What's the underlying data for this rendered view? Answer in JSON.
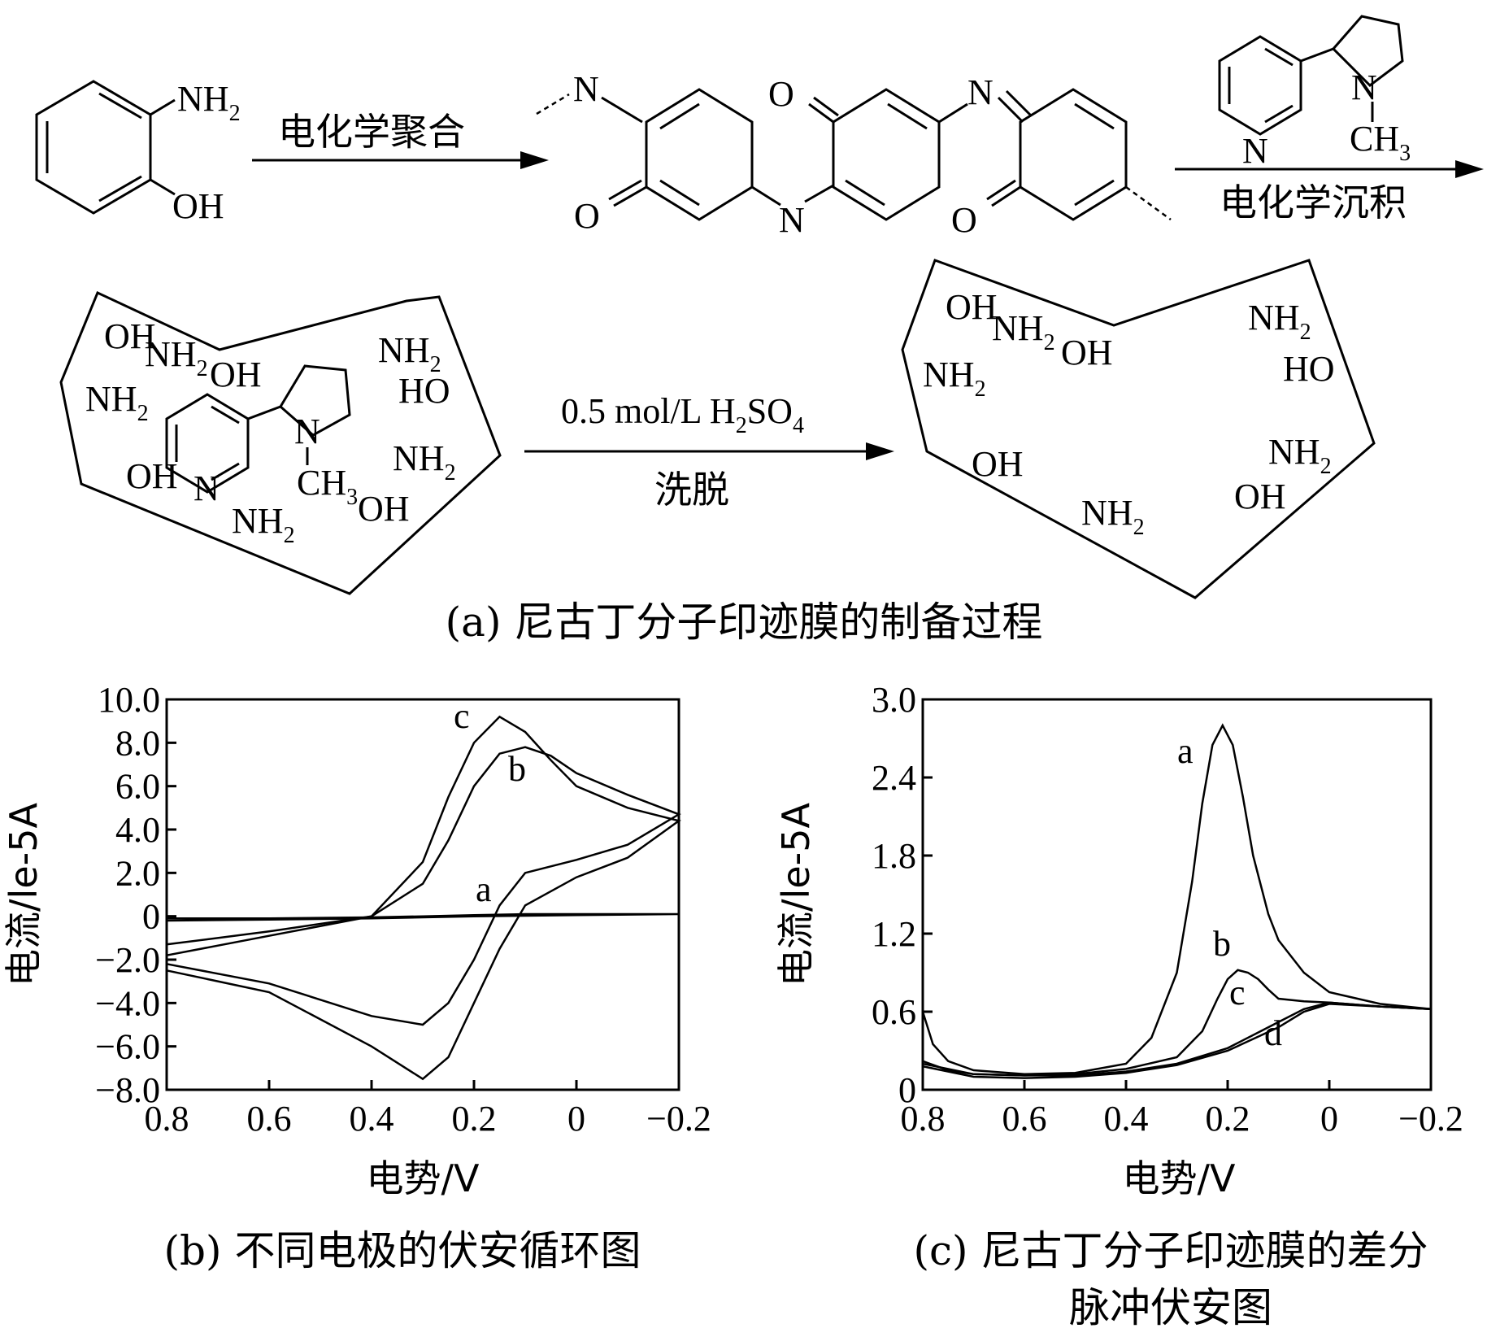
{
  "scheme": {
    "reactant_groups": [
      "NH",
      "2",
      "OH"
    ],
    "step1_label": "电化学聚合",
    "polymer_atoms": {
      "n": "N",
      "o": "O"
    },
    "template_atoms": [
      "N",
      "N",
      "CH",
      "3"
    ],
    "step2_label": "电化学沉积",
    "elution_reagent": [
      "0.5 mol/L H",
      "2",
      "SO",
      "4"
    ],
    "elution_label": "洗脱",
    "film_groups": {
      "oh": "OH",
      "nh": "NH",
      "two": "2",
      "ho": "HO",
      "ch": "CH",
      "three": "3",
      "n": "N"
    },
    "caption": "(a) 尼古丁分子印迹膜的制备过程"
  },
  "chart_data": [
    {
      "type": "line",
      "title": "",
      "caption": "(b) 不同电极的伏安循环图",
      "xlabel": "电势/V",
      "ylabel": "电流/le-5A",
      "xlim": [
        0.8,
        -0.2
      ],
      "ylim": [
        -8.0,
        10.0
      ],
      "x_ticks": [
        "0.8",
        "0.6",
        "0.4",
        "0.2",
        "0",
        "−0.2"
      ],
      "y_ticks": [
        "10.0",
        "8.0",
        "6.0",
        "4.0",
        "2.0",
        "0",
        "−2.0",
        "−4.0",
        "−6.0",
        "−8.0"
      ],
      "series": [
        {
          "name": "a",
          "color": "#000000",
          "x": [
            0.8,
            0.6,
            0.4,
            0.3,
            0.2,
            0.1,
            0.0,
            -0.2,
            0.0,
            0.2,
            0.3,
            0.4,
            0.6,
            0.8
          ],
          "y": [
            -0.1,
            -0.1,
            -0.05,
            0.0,
            0.05,
            0.1,
            0.1,
            0.1,
            0.05,
            0.0,
            -0.05,
            -0.1,
            -0.15,
            -0.2
          ]
        },
        {
          "name": "b",
          "color": "#000000",
          "x": [
            0.8,
            0.6,
            0.4,
            0.3,
            0.25,
            0.2,
            0.15,
            0.1,
            0.05,
            0.0,
            -0.1,
            -0.2,
            -0.1,
            0.0,
            0.1,
            0.15,
            0.2,
            0.25,
            0.3,
            0.4,
            0.6,
            0.8
          ],
          "y": [
            -1.3,
            -0.7,
            0.0,
            1.5,
            3.5,
            6.0,
            7.5,
            7.8,
            7.4,
            6.6,
            5.6,
            4.7,
            3.3,
            2.6,
            2.0,
            0.5,
            -2.0,
            -4.0,
            -5.0,
            -4.6,
            -3.1,
            -2.2
          ]
        },
        {
          "name": "c",
          "color": "#777777",
          "x": [
            0.8,
            0.6,
            0.4,
            0.3,
            0.25,
            0.2,
            0.15,
            0.1,
            0.05,
            0.0,
            -0.1,
            -0.2,
            -0.1,
            0.0,
            0.1,
            0.15,
            0.2,
            0.25,
            0.3,
            0.4,
            0.6,
            0.8
          ],
          "y": [
            -1.8,
            -0.9,
            0.0,
            2.5,
            5.5,
            8.0,
            9.2,
            8.5,
            7.2,
            6.0,
            5.0,
            4.4,
            2.7,
            1.8,
            0.5,
            -1.5,
            -4.0,
            -6.5,
            -7.5,
            -6.0,
            -3.5,
            -2.5
          ]
        }
      ]
    },
    {
      "type": "line",
      "title": "",
      "caption_lines": [
        "(c) 尼古丁分子印迹膜的差分",
        "脉冲伏安图"
      ],
      "xlabel": "电势/V",
      "ylabel": "电流/le-5A",
      "xlim": [
        0.8,
        -0.2
      ],
      "ylim": [
        0,
        3.0
      ],
      "x_ticks": [
        "0.8",
        "0.6",
        "0.4",
        "0.2",
        "0",
        "−0.2"
      ],
      "y_ticks": [
        "3.0",
        "2.4",
        "1.8",
        "1.2",
        "0.6",
        "0"
      ],
      "series": [
        {
          "name": "a",
          "x": [
            0.8,
            0.78,
            0.75,
            0.7,
            0.6,
            0.5,
            0.4,
            0.35,
            0.3,
            0.27,
            0.25,
            0.23,
            0.21,
            0.19,
            0.17,
            0.15,
            0.12,
            0.1,
            0.05,
            0.0,
            -0.1,
            -0.2
          ],
          "y": [
            0.6,
            0.35,
            0.22,
            0.15,
            0.12,
            0.13,
            0.2,
            0.4,
            0.9,
            1.6,
            2.2,
            2.65,
            2.8,
            2.65,
            2.25,
            1.8,
            1.35,
            1.15,
            0.9,
            0.75,
            0.66,
            0.62
          ]
        },
        {
          "name": "b",
          "x": [
            0.8,
            0.75,
            0.7,
            0.6,
            0.5,
            0.4,
            0.3,
            0.25,
            0.22,
            0.2,
            0.18,
            0.16,
            0.14,
            0.12,
            0.1,
            0.05,
            0.0,
            -0.1,
            -0.2
          ],
          "y": [
            0.22,
            0.15,
            0.12,
            0.11,
            0.12,
            0.16,
            0.25,
            0.45,
            0.7,
            0.85,
            0.92,
            0.9,
            0.85,
            0.77,
            0.7,
            0.68,
            0.67,
            0.64,
            0.62
          ]
        },
        {
          "name": "c",
          "x": [
            0.8,
            0.7,
            0.6,
            0.5,
            0.4,
            0.3,
            0.2,
            0.1,
            0.05,
            0.0,
            -0.1,
            -0.2
          ],
          "y": [
            0.2,
            0.12,
            0.11,
            0.11,
            0.14,
            0.2,
            0.32,
            0.52,
            0.62,
            0.67,
            0.64,
            0.62
          ]
        },
        {
          "name": "d",
          "x": [
            0.8,
            0.7,
            0.6,
            0.5,
            0.4,
            0.3,
            0.2,
            0.1,
            0.05,
            0.0,
            -0.1,
            -0.2
          ],
          "y": [
            0.18,
            0.1,
            0.09,
            0.1,
            0.13,
            0.19,
            0.3,
            0.48,
            0.6,
            0.66,
            0.64,
            0.62
          ]
        }
      ]
    }
  ]
}
